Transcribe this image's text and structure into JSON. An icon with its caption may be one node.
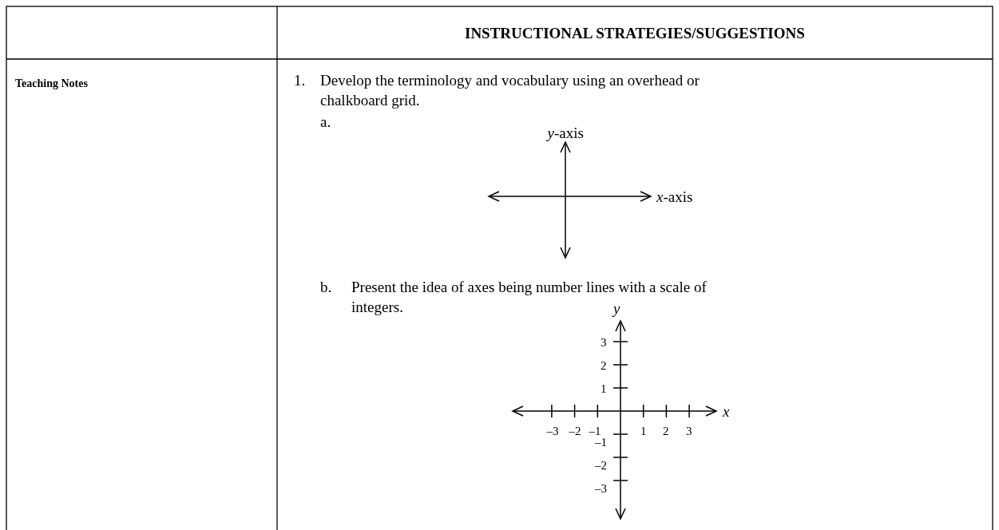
{
  "diagram": {
    "labels": [
      "INSTRUCTIONAL STRATEGIES/SUGGESTIONS",
      "Teaching Notes",
      "1.",
      "Develop the terminology and vocabulary using an overhead or chalkboard grid.",
      "a.",
      "*y*-axis",
      "*x*-axis",
      "b.",
      "Present the idea of axes being number lines with a scale of integers.",
      "y",
      "3",
      "2",
      "1",
      "x",
      "–3",
      "–2",
      "–1",
      "1",
      "2",
      "3",
      "–1",
      "–2",
      "–3"
    ]
  }
}
